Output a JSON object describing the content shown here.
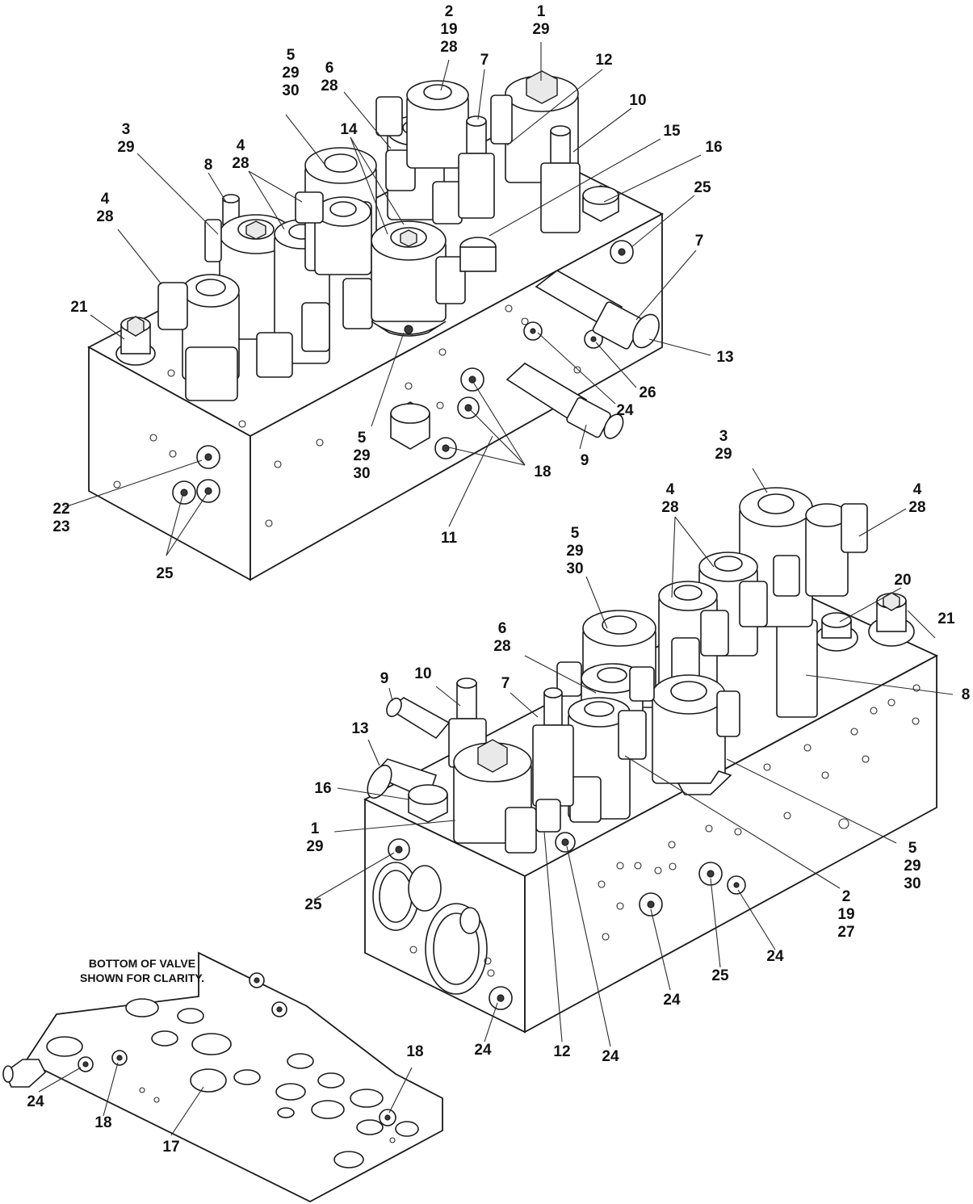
{
  "note": {
    "line1": "BOTTOM OF VALVE",
    "line2": "SHOWN FOR CLARITY."
  },
  "callouts": [
    {
      "id": "c1",
      "lines": [
        "1",
        "29"
      ]
    },
    {
      "id": "c2",
      "lines": [
        "2",
        "19",
        "28"
      ]
    },
    {
      "id": "c3",
      "lines": [
        "7"
      ]
    },
    {
      "id": "c4",
      "lines": [
        "12"
      ]
    },
    {
      "id": "c5",
      "lines": [
        "10"
      ]
    },
    {
      "id": "c6",
      "lines": [
        "15"
      ]
    },
    {
      "id": "c7",
      "lines": [
        "16"
      ]
    },
    {
      "id": "c8",
      "lines": [
        "25"
      ]
    },
    {
      "id": "c9",
      "lines": [
        "7"
      ]
    },
    {
      "id": "c10",
      "lines": [
        "6",
        "28"
      ]
    },
    {
      "id": "c11",
      "lines": [
        "5",
        "29",
        "30"
      ]
    },
    {
      "id": "c12",
      "lines": [
        "14"
      ]
    },
    {
      "id": "c13",
      "lines": [
        "3",
        "29"
      ]
    },
    {
      "id": "c14",
      "lines": [
        "8"
      ]
    },
    {
      "id": "c15",
      "lines": [
        "4",
        "28"
      ]
    },
    {
      "id": "c16",
      "lines": [
        "4",
        "28"
      ]
    },
    {
      "id": "c17",
      "lines": [
        "21"
      ]
    },
    {
      "id": "c18",
      "lines": [
        "13"
      ]
    },
    {
      "id": "c19",
      "lines": [
        "26"
      ]
    },
    {
      "id": "c20",
      "lines": [
        "24"
      ]
    },
    {
      "id": "c21",
      "lines": [
        "5",
        "29",
        "30"
      ]
    },
    {
      "id": "c22",
      "lines": [
        "18"
      ]
    },
    {
      "id": "c23",
      "lines": [
        "9"
      ]
    },
    {
      "id": "c24",
      "lines": [
        "11"
      ]
    },
    {
      "id": "c25",
      "lines": [
        "22",
        "23"
      ]
    },
    {
      "id": "c26",
      "lines": [
        "25"
      ]
    },
    {
      "id": "c27",
      "lines": [
        "3",
        "29"
      ]
    },
    {
      "id": "c28",
      "lines": [
        "4",
        "28"
      ]
    },
    {
      "id": "c29",
      "lines": [
        "4",
        "28"
      ]
    },
    {
      "id": "c30",
      "lines": [
        "5",
        "29",
        "30"
      ]
    },
    {
      "id": "c31",
      "lines": [
        "20"
      ]
    },
    {
      "id": "c32",
      "lines": [
        "21"
      ]
    },
    {
      "id": "c33",
      "lines": [
        "6",
        "28"
      ]
    },
    {
      "id": "c34",
      "lines": [
        "9"
      ]
    },
    {
      "id": "c35",
      "lines": [
        "10"
      ]
    },
    {
      "id": "c36",
      "lines": [
        "7"
      ]
    },
    {
      "id": "c37",
      "lines": [
        "8"
      ]
    },
    {
      "id": "c38",
      "lines": [
        "13"
      ]
    },
    {
      "id": "c39",
      "lines": [
        "16"
      ]
    },
    {
      "id": "c40",
      "lines": [
        "1",
        "29"
      ]
    },
    {
      "id": "c41",
      "lines": [
        "5",
        "29",
        "30"
      ]
    },
    {
      "id": "c42",
      "lines": [
        "25"
      ]
    },
    {
      "id": "c43",
      "lines": [
        "2",
        "19",
        "27"
      ]
    },
    {
      "id": "c44",
      "lines": [
        "24"
      ]
    },
    {
      "id": "c45",
      "lines": [
        "25"
      ]
    },
    {
      "id": "c46",
      "lines": [
        "24"
      ]
    },
    {
      "id": "c47",
      "lines": [
        "24"
      ]
    },
    {
      "id": "c48",
      "lines": [
        "24"
      ]
    },
    {
      "id": "c49",
      "lines": [
        "12"
      ]
    },
    {
      "id": "c50",
      "lines": [
        "18"
      ]
    },
    {
      "id": "c51",
      "lines": [
        "24"
      ]
    },
    {
      "id": "c52",
      "lines": [
        "18"
      ]
    },
    {
      "id": "c53",
      "lines": [
        "17"
      ]
    }
  ]
}
